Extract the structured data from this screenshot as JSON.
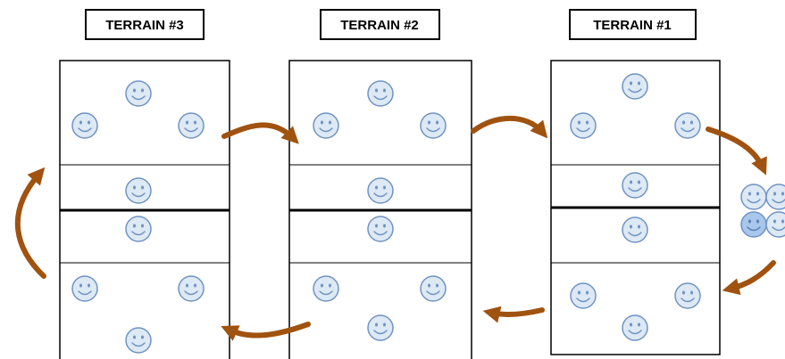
{
  "terrains": [
    {
      "label": "TERRAIN #3"
    },
    {
      "label": "TERRAIN #2"
    },
    {
      "label": "TERRAIN #1"
    }
  ],
  "colors": {
    "arrow": "#a0520f",
    "face_fill": "#dde9f5",
    "face_stroke": "#6f93c2",
    "face_fill_highlight": "#a9c6ec",
    "border": "#000000"
  },
  "icons": {
    "player": "smiley-face-icon",
    "rotation": "curved-arrow-icon"
  }
}
